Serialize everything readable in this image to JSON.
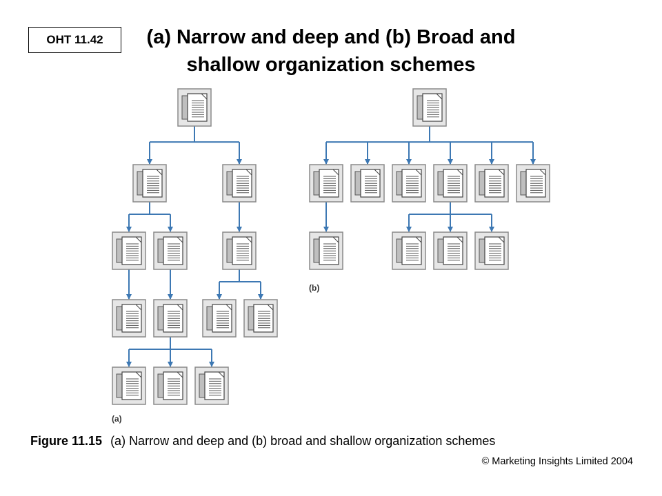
{
  "slide": {
    "label": "OHT 11.42",
    "title": "(a) Narrow and deep and (b) Broad and shallow organization schemes"
  },
  "diagram": {
    "colors": {
      "connector": "#3d78b3",
      "node_border": "#8a8a8a",
      "node_fill": "#e6e6e6",
      "page_fill": "#ffffff",
      "text_lines": "#555555"
    },
    "node_icon": "document-page-icon",
    "panel_a": {
      "label": "(a)",
      "levels": [
        [
          "a-root"
        ],
        [
          "a-l2-1",
          "a-l2-2"
        ],
        [
          "a-l3-1",
          "a-l3-2",
          "a-l3-3"
        ],
        [
          "a-l4-1",
          "a-l4-2",
          "a-l4-3",
          "a-l4-4"
        ],
        [
          "a-l5-1",
          "a-l5-2",
          "a-l5-3"
        ]
      ],
      "edges": [
        [
          "a-root",
          [
            "a-l2-1",
            "a-l2-2"
          ]
        ],
        [
          "a-l2-1",
          [
            "a-l3-1",
            "a-l3-2"
          ]
        ],
        [
          "a-l2-2",
          [
            "a-l3-3"
          ]
        ],
        [
          "a-l3-1",
          [
            "a-l4-1"
          ]
        ],
        [
          "a-l3-2",
          [
            "a-l4-2"
          ]
        ],
        [
          "a-l3-3",
          [
            "a-l4-3",
            "a-l4-4"
          ]
        ],
        [
          "a-l4-2",
          [
            "a-l5-1",
            "a-l5-2",
            "a-l5-3"
          ]
        ]
      ]
    },
    "panel_b": {
      "label": "(b)",
      "levels": [
        [
          "b-root"
        ],
        [
          "b-l2-1",
          "b-l2-2",
          "b-l2-3",
          "b-l2-4",
          "b-l2-5",
          "b-l2-6"
        ],
        [
          "b-l3-1",
          "b-l3-2",
          "b-l3-3",
          "b-l3-4"
        ]
      ],
      "edges": [
        [
          "b-root",
          [
            "b-l2-1",
            "b-l2-2",
            "b-l2-3",
            "b-l2-4",
            "b-l2-5",
            "b-l2-6"
          ]
        ],
        [
          "b-l2-1",
          [
            "b-l3-1"
          ]
        ],
        [
          "b-l2-4",
          [
            "b-l3-2",
            "b-l3-3",
            "b-l3-4"
          ]
        ]
      ]
    }
  },
  "caption": {
    "figure": "Figure 11.15",
    "text": "(a) Narrow and deep and (b) broad and shallow organization schemes"
  },
  "footer": {
    "copyright": "© Marketing Insights Limited 2004"
  }
}
